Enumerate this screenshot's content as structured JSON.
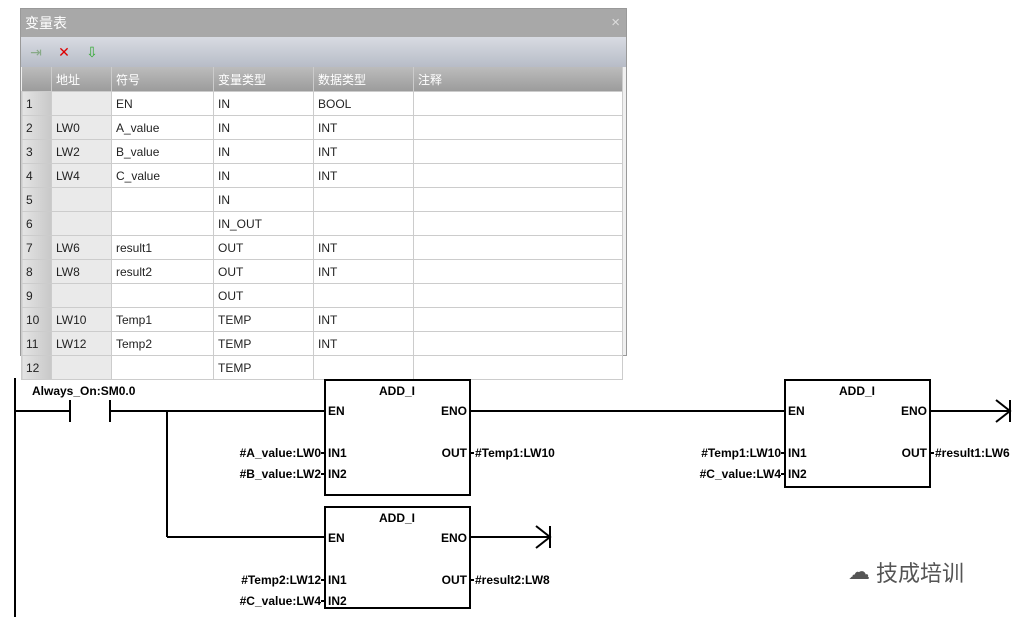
{
  "window": {
    "title": "变量表",
    "close": "×"
  },
  "toolbar": {
    "insert": "⇥",
    "delete": "✕",
    "download": "⇩"
  },
  "columns": [
    "",
    "地址",
    "符号",
    "变量类型",
    "数据类型",
    "注释"
  ],
  "rows": [
    [
      "1",
      "",
      "EN",
      "IN",
      "BOOL",
      ""
    ],
    [
      "2",
      "LW0",
      "A_value",
      "IN",
      "INT",
      ""
    ],
    [
      "3",
      "LW2",
      "B_value",
      "IN",
      "INT",
      ""
    ],
    [
      "4",
      "LW4",
      "C_value",
      "IN",
      "INT",
      ""
    ],
    [
      "5",
      "",
      "",
      "IN",
      "",
      ""
    ],
    [
      "6",
      "",
      "",
      "IN_OUT",
      "",
      ""
    ],
    [
      "7",
      "LW6",
      "result1",
      "OUT",
      "INT",
      ""
    ],
    [
      "8",
      "LW8",
      "result2",
      "OUT",
      "INT",
      ""
    ],
    [
      "9",
      "",
      "",
      "OUT",
      "",
      ""
    ],
    [
      "10",
      "LW10",
      "Temp1",
      "TEMP",
      "INT",
      ""
    ],
    [
      "11",
      "LW12",
      "Temp2",
      "TEMP",
      "INT",
      ""
    ],
    [
      "12",
      "",
      "",
      "TEMP",
      "",
      ""
    ]
  ],
  "ladder": {
    "contact": "Always_On:SM0.0",
    "boxes": [
      {
        "name": "ADD_I",
        "en": "EN",
        "eno": "ENO",
        "in1": "IN1",
        "in2": "IN2",
        "out": "OUT",
        "in1_val": "#A_value:LW0",
        "in2_val": "#B_value:LW2",
        "out_val": "#Temp1:LW10"
      },
      {
        "name": "ADD_I",
        "en": "EN",
        "eno": "ENO",
        "in1": "IN1",
        "in2": "IN2",
        "out": "OUT",
        "in1_val": "#Temp2:LW12",
        "in2_val": "#C_value:LW4",
        "out_val": "#result2:LW8"
      },
      {
        "name": "ADD_I",
        "en": "EN",
        "eno": "ENO",
        "in1": "IN1",
        "in2": "IN2",
        "out": "OUT",
        "in1_val": "#Temp1:LW10",
        "in2_val": "#C_value:LW4",
        "out_val": "#result1:LW6"
      }
    ]
  },
  "watermark": "技成培训"
}
